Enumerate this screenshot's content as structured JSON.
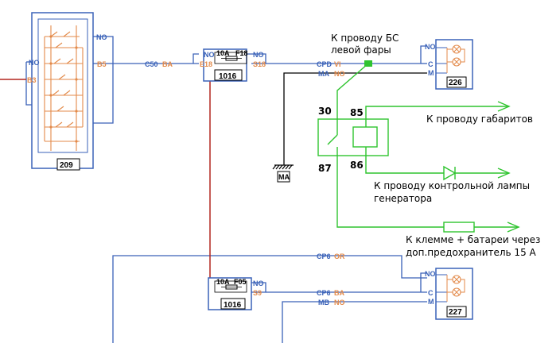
{
  "colors": {
    "wire_blue": "#3a62b8",
    "wire_red": "#b3261e",
    "wire_green": "#2fc42f",
    "component_orange": "#e38a4a",
    "black": "#000000"
  },
  "components": {
    "switch_block": {
      "id": "209",
      "pins": [
        "NO",
        "B5",
        "NO",
        "B3"
      ]
    },
    "fuse_top": {
      "id": "1016",
      "rating": "10A",
      "fuse": "F18",
      "pins_left": [
        "NO",
        "E18"
      ],
      "pins_right": [
        "NO",
        "S18"
      ]
    },
    "fuse_bottom": {
      "id": "1016",
      "rating": "10A",
      "fuse": "F05",
      "pins_right": [
        "NO",
        "S9"
      ]
    },
    "lamp_top": {
      "id": "226",
      "pins": [
        "NO",
        "C",
        "M"
      ]
    },
    "lamp_bottom": {
      "id": "227",
      "pins": [
        "NO",
        "C",
        "M"
      ]
    },
    "ground": {
      "label": "MA"
    }
  },
  "wires": {
    "w_c5": "C50",
    "w_c5_col": "BA",
    "w_cpd": "CPD",
    "w_cpd_col": "VI",
    "w_ma": "MA",
    "w_ma_col": "NO",
    "w_cp6_top": "CP6",
    "w_cp6_top_col": "OR",
    "w_cp6": "CP6",
    "w_cp6_col": "BA",
    "w_mb": "MB",
    "w_mb_col": "NO"
  },
  "relay": {
    "pin_30": "30",
    "pin_85": "85",
    "pin_87": "87",
    "pin_86": "86"
  },
  "annotations": {
    "bs_line1": "К проводу БС",
    "bs_line2": "левой фары",
    "gabarit": "К проводу габаритов",
    "lamp_line1": "К проводу контрольной лампы",
    "lamp_line2": "генератора",
    "battery_line1": "К клемме + батареи через",
    "battery_line2": "доп.предохранитель 15 А"
  }
}
